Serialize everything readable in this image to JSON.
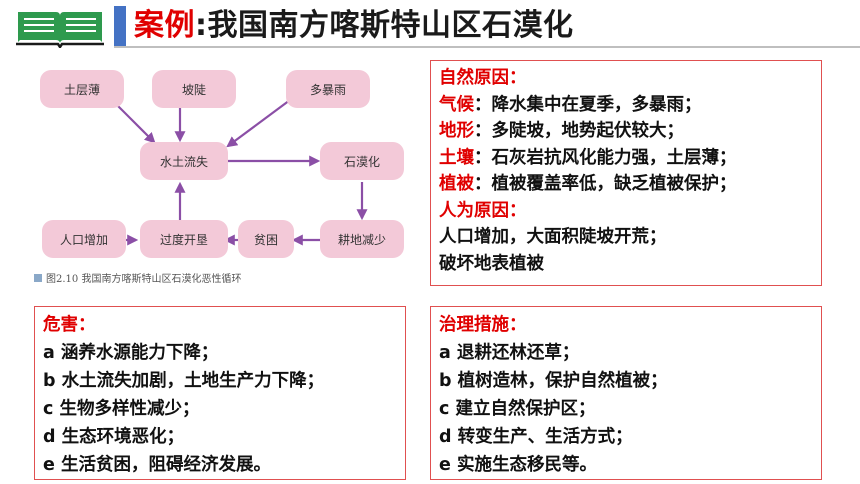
{
  "header": {
    "title_lead": "案例",
    "title_rest": ":我国南方喀斯特山区石漠化"
  },
  "diagram": {
    "nodes": {
      "thin_soil": "土层薄",
      "slope": "坡陡",
      "rainstorm": "多暴雨",
      "erosion": "水土流失",
      "desertification": "石漠化",
      "farmland_loss": "耕地减少",
      "poverty": "贫困",
      "overuse": "过度开垦",
      "population": "人口增加"
    },
    "caption": "图2.10   我国南方喀斯特山区石漠化恶性循环",
    "colors": {
      "node_fill": "#f3c9d8",
      "arrow": "#8b4fa6"
    }
  },
  "causes": {
    "natural_heading": "自然原因：",
    "items": [
      {
        "label": "气候",
        "text": "：降水集中在夏季，多暴雨；"
      },
      {
        "label": "地形",
        "text": "：多陡坡，地势起伏较大；"
      },
      {
        "label": "土壤",
        "text": "：石灰岩抗风化能力强，土层薄；"
      },
      {
        "label": "植被",
        "text": "：植被覆盖率低，缺乏植被保护；"
      }
    ],
    "human_heading": "人为原因：",
    "human_lines": [
      "人口增加，大面积陡坡开荒；",
      "破坏地表植被"
    ]
  },
  "harm": {
    "heading": "危害：",
    "lines": [
      "a 涵养水源能力下降；",
      "b 水土流失加剧，土地生产力下降；",
      "c 生物多样性减少；",
      "d 生态环境恶化；",
      "e  生活贫困，阻碍经济发展。"
    ]
  },
  "measures": {
    "heading": "治理措施：",
    "lines": [
      "a 退耕还林还草；",
      "b 植树造林，保护自然植被；",
      "c  建立自然保护区；",
      "d 转变生产、生活方式；",
      "e 实施生态移民等。"
    ]
  },
  "theme": {
    "accent": "#4472c4",
    "red": "#e00000",
    "book_green": "#2e9a4e"
  }
}
